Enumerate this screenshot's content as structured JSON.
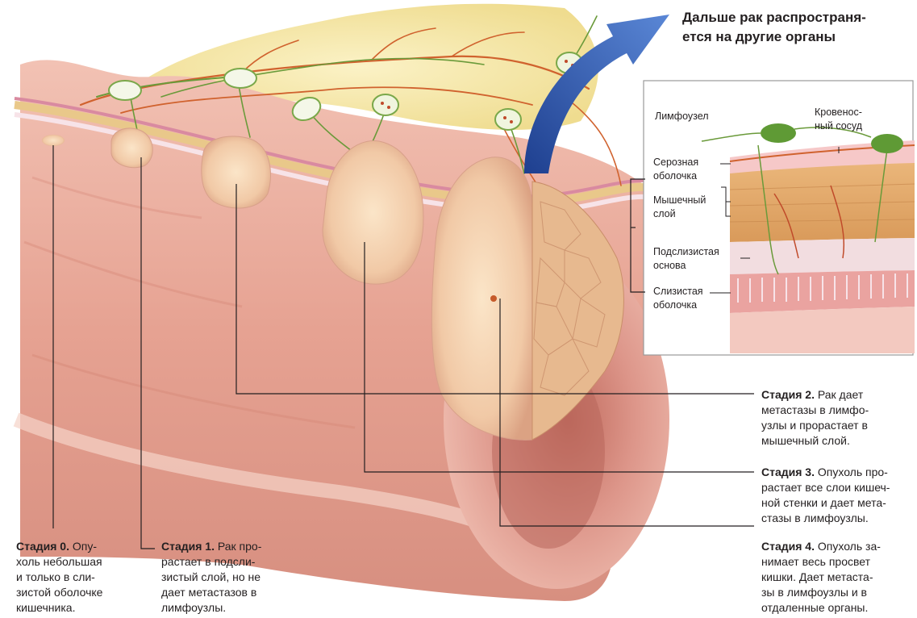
{
  "title": {
    "line1": "Дальше рак распространя-",
    "line2": "ется на другие органы"
  },
  "inset_labels": {
    "lymph_node": "Лимфоузел",
    "blood_vessel_line1": "Кровенос-",
    "blood_vessel_line2": "ный сосуд",
    "serous_line1": "Серозная",
    "serous_line2": "оболочка",
    "muscle_line1": "Мышечный",
    "muscle_line2": "слой",
    "submucosa_line1": "Подслизистая",
    "submucosa_line2": "основа",
    "mucosa_line1": "Слизистая",
    "mucosa_line2": "оболочка"
  },
  "stages": {
    "s0": {
      "head": "Стадия 0.",
      "l1": " Опу-",
      "l2": "холь небольшая",
      "l3": "и только в сли-",
      "l4": "зистой оболочке",
      "l5": "кишечника."
    },
    "s1": {
      "head": "Стадия 1.",
      "l1": " Рак про-",
      "l2": "растает в подсли-",
      "l3": "зистый слой, но не",
      "l4": "дает метастазов в",
      "l5": "лимфоузлы."
    },
    "s2": {
      "head": "Стадия 2.",
      "l1": " Рак дает",
      "l2": "метастазы в лимфо-",
      "l3": "узлы и прорастает в",
      "l4": "мышечный слой."
    },
    "s3": {
      "head": "Стадия 3.",
      "l1": " Опухоль про-",
      "l2": "растает все слои кишеч-",
      "l3": "ной стенки и дает мета-",
      "l4": "стазы в лимфоузлы."
    },
    "s4": {
      "head": "Стадия 4.",
      "l1": " Опухоль за-",
      "l2": "нимает весь просвет",
      "l3": "кишки. Дает метаста-",
      "l4": "зы в лимфоузлы и в",
      "l5": "отдаленные органы."
    }
  },
  "colors": {
    "intestine": "#e8a796",
    "intestine_dark": "#c97a6c",
    "tumor": "#f3cfae",
    "fat": "#f5e8a8",
    "lymph_vessel": "#6a9a3a",
    "blood_vessel": "#d0622e",
    "arrow": "#2f5bb0"
  }
}
